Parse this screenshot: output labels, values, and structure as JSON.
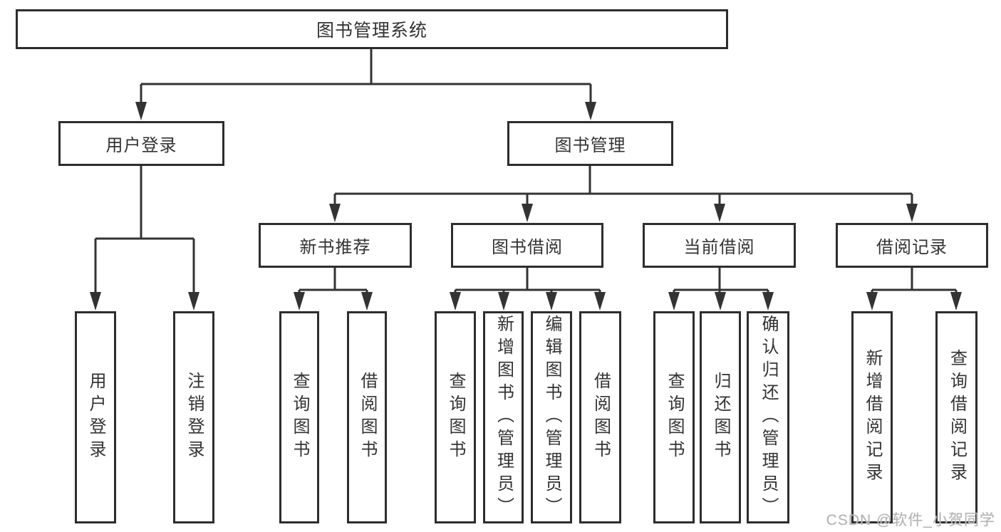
{
  "diagram": {
    "root": {
      "label": "图书管理系统"
    },
    "level1": [
      {
        "label": "用户登录"
      },
      {
        "label": "图书管理"
      }
    ],
    "level2": [
      {
        "label": "新书推荐"
      },
      {
        "label": "图书借阅"
      },
      {
        "label": "当前借阅"
      },
      {
        "label": "借阅记录"
      }
    ],
    "leaves": [
      {
        "label": "用户登录"
      },
      {
        "label": "注销登录"
      },
      {
        "label": "查询图书"
      },
      {
        "label": "借阅图书"
      },
      {
        "label": "查询图书"
      },
      {
        "label": "新增图书（管理员）"
      },
      {
        "label": "编辑图书（管理员）"
      },
      {
        "label": "借阅图书"
      },
      {
        "label": "查询图书"
      },
      {
        "label": "归还图书"
      },
      {
        "label": "确认归还（管理员）"
      },
      {
        "label": "新增借阅记录"
      },
      {
        "label": "查询借阅记录"
      }
    ]
  },
  "watermark": {
    "text": "CSDN @软件_小贺同学"
  },
  "colors": {
    "background": "#ffffff",
    "box_border": "#2d2d2d",
    "connector_line": "#333333",
    "text": "#333333",
    "watermark_text": "#b5b5b5"
  }
}
